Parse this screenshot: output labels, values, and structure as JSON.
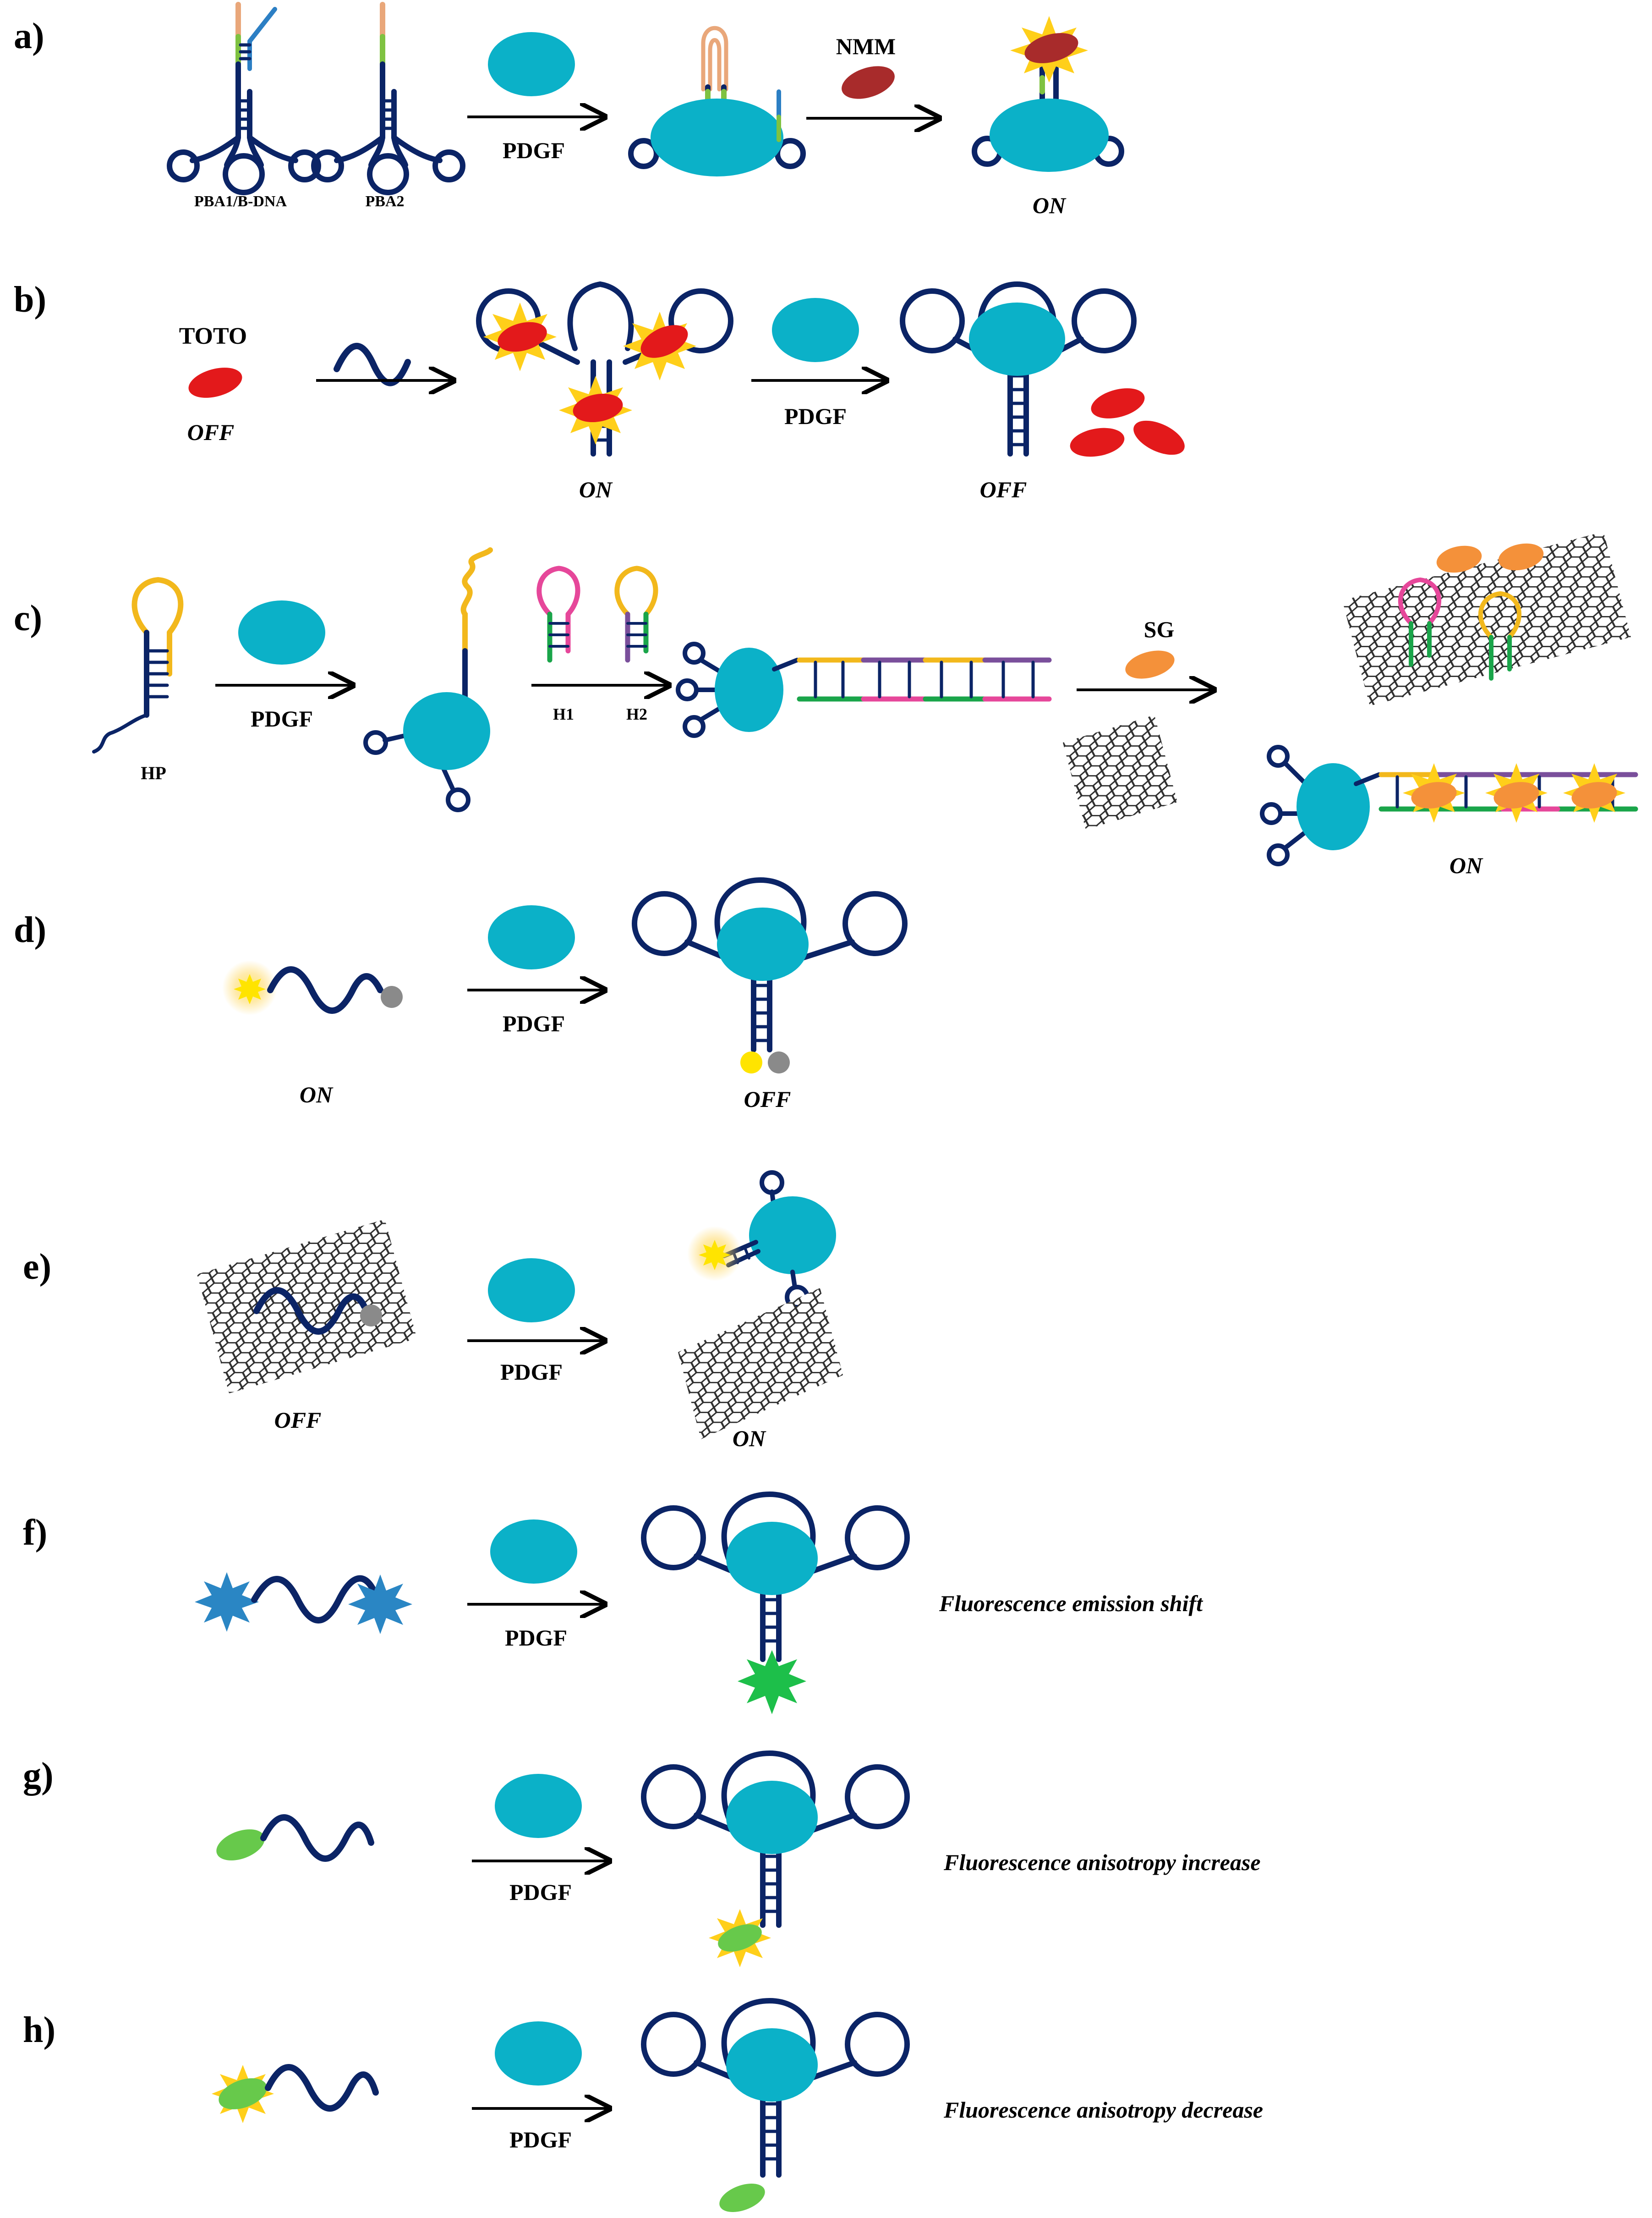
{
  "panels": {
    "a": {
      "label": "a)",
      "strand1": "PBA1/B-DNA",
      "strand2": "PBA2",
      "arrow1": "PDGF",
      "arrow2": "NMM",
      "state": "ON"
    },
    "b": {
      "label": "b)",
      "dye": "TOTO",
      "dye_state": "OFF",
      "complex_state": "ON",
      "arrow": "PDGF",
      "final_state": "OFF"
    },
    "c": {
      "label": "c)",
      "hairpin": "HP",
      "arrow1": "PDGF",
      "h1": "H1",
      "h2": "H2",
      "dye": "SG",
      "state": "ON"
    },
    "d": {
      "label": "d)",
      "arrow": "PDGF",
      "state_before": "ON",
      "state_after": "OFF"
    },
    "e": {
      "label": "e)",
      "arrow": "PDGF",
      "state_before": "OFF",
      "state_after": "ON"
    },
    "f": {
      "label": "f)",
      "arrow": "PDGF",
      "result": "Fluorescence emission shift"
    },
    "g": {
      "label": "g)",
      "arrow": "PDGF",
      "result": "Fluorescence anisotropy increase"
    },
    "h": {
      "label": "h)",
      "arrow": "PDGF",
      "result": "Fluorescence anisotropy decrease"
    }
  },
  "colors": {
    "protein": "#0bb1c8",
    "dna": "#0b2466",
    "toto": "#e3191b",
    "nmm": "#a82b2b",
    "sg": "#f4913a",
    "fluor_yellow": "#ffe400",
    "quencher": "#8a8a8a",
    "green_dye": "#67c94b",
    "blue_star": "#2a86c4",
    "green_star": "#1dbf4a",
    "hairpin_pink": "#e6479a",
    "hairpin_yellow": "#f2b81c",
    "hairpin_green": "#1aa54a",
    "strand_purple": "#7a4f9b",
    "tag_orange": "#e9a77a",
    "tag_green": "#7fc241",
    "tag_blue": "#2c7fc4"
  }
}
